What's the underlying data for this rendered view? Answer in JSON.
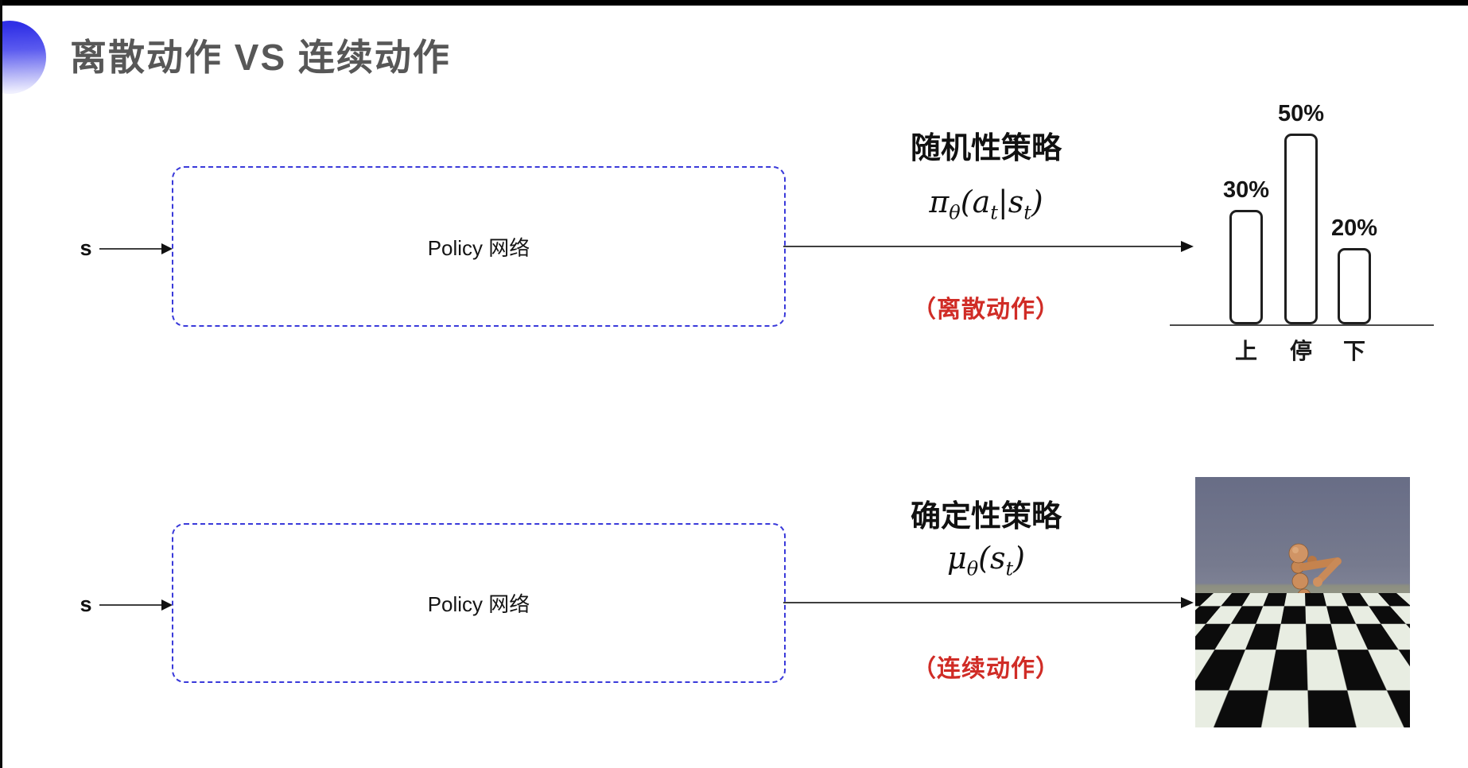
{
  "slide": {
    "title": "离散动作 VS 连续动作",
    "title_color": "#575757",
    "accent_color": "#3c3cec",
    "background": "#ffffff"
  },
  "top_flow": {
    "input_label": "s",
    "box_label": "Policy 网络",
    "box_border_color": "#3a3ada",
    "policy_title": "随机性策略",
    "formula": {
      "sym": "π",
      "sub": "θ",
      "open": "(a",
      "sub_a": "t",
      "mid": "|s",
      "sub_s": "t",
      "close": ")"
    },
    "note": "（离散动作）",
    "note_color": "#d02c26"
  },
  "bottom_flow": {
    "input_label": "s",
    "box_label": "Policy 网络",
    "box_border_color": "#3a3ada",
    "policy_title": "确定性策略",
    "formula": {
      "sym": "μ",
      "sub": "θ",
      "open": "(s",
      "sub_s": "t",
      "close": ")"
    },
    "note": "（连续动作）",
    "note_color": "#d02c26"
  },
  "chart_data": {
    "type": "bar",
    "categories": [
      "上",
      "停",
      "下"
    ],
    "values": [
      30,
      50,
      20
    ],
    "labels": [
      "30%",
      "50%",
      "20%"
    ],
    "unit": "%",
    "ylim": [
      0,
      55
    ],
    "title": "",
    "xlabel": "",
    "ylabel": "",
    "grid": false,
    "legend": false
  },
  "robot_scene": {
    "description": "humanoid robot running on checkerboard floor",
    "sky_color": "#6e7289",
    "floor_light": "#e8ede2",
    "floor_dark": "#0c0c0c",
    "body_color": "#c88a58"
  }
}
